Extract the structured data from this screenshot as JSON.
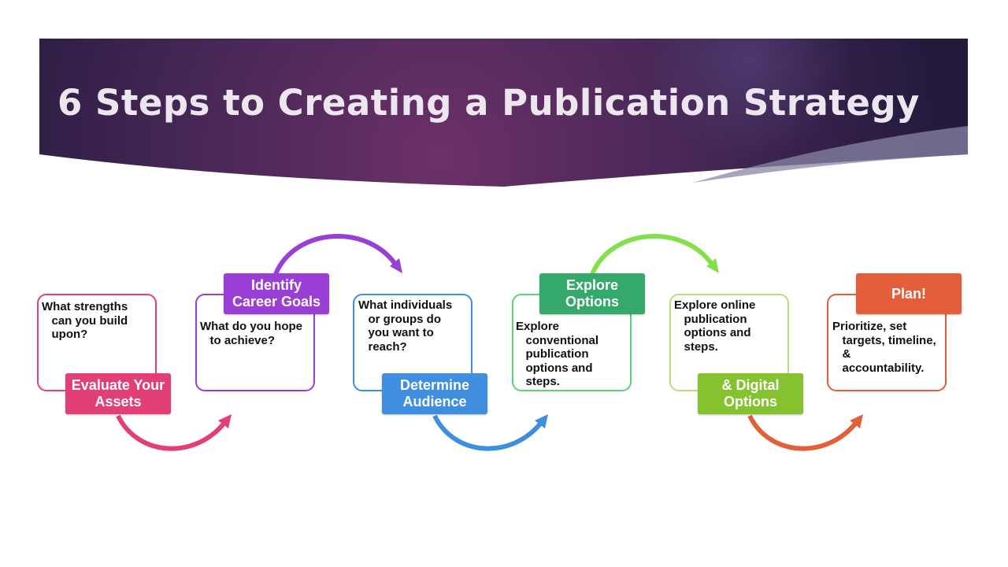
{
  "title": "6 Steps to Creating a Publication Strategy",
  "colors": {
    "banner": "#3a2250",
    "step1": "#e23f74",
    "step2": "#9a3fd6",
    "step3": "#3f8ee0",
    "step4": "#35a86c",
    "step5": "#84c230",
    "step6": "#e25f3a"
  },
  "steps": [
    {
      "label": "Evaluate Your\nAssets",
      "text": "What strengths\n   can you build\n   upon?"
    },
    {
      "label": "Identify\nCareer Goals",
      "text": "What do you hope\n   to achieve?"
    },
    {
      "label": "Determine\nAudience",
      "text": "What individuals\n   or groups do\n   you want to\n   reach?"
    },
    {
      "label": "Explore\nOptions",
      "text": "Explore\n   conventional\n   publication\n   options and\n   steps."
    },
    {
      "label": "& Digital\nOptions",
      "text": "Explore online\n   publication\n   options and\n   steps."
    },
    {
      "label": "Plan!",
      "text": "Prioritize, set\n   targets, timeline,\n   &\n   accountability."
    }
  ]
}
